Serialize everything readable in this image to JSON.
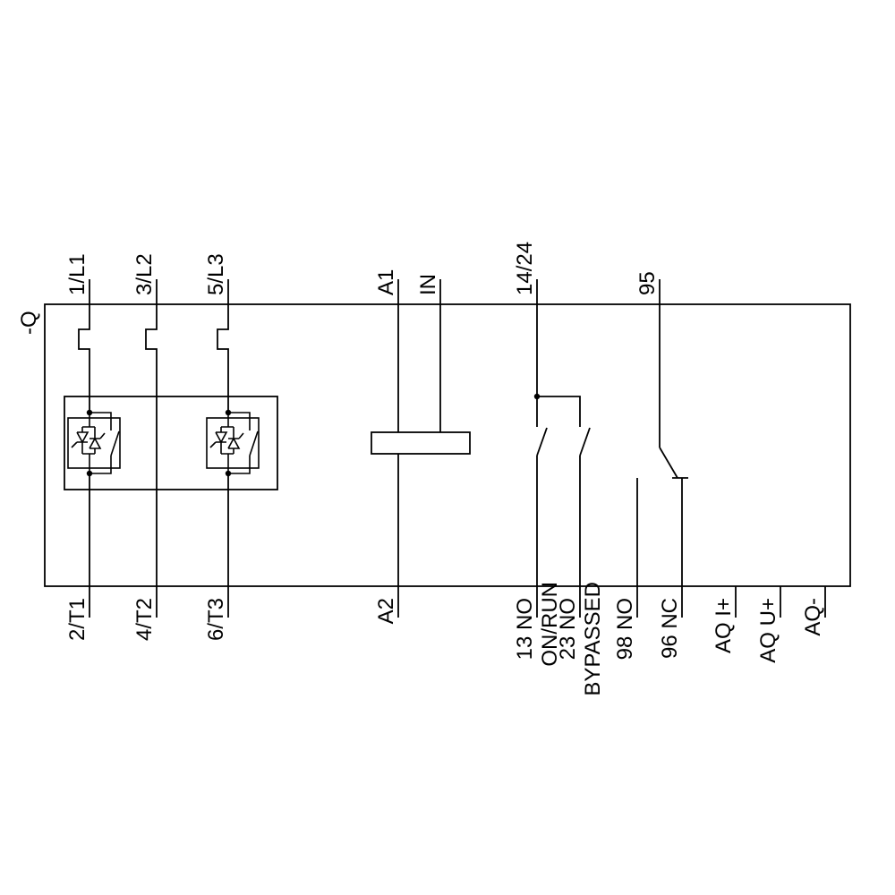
{
  "colors": {
    "line": "#000000",
    "background": "#ffffff"
  },
  "device": {
    "designation": "-Q"
  },
  "top_terminals": [
    "1/L1",
    "3/L2",
    "5/L3",
    "A1",
    "IN",
    "14/24",
    "95"
  ],
  "bottom_terminals": [
    "2/T1",
    "4/T2",
    "6/T3",
    "A2",
    "13 NO",
    "23 NO",
    "98 NO",
    "96 NC",
    "AQ I+",
    "AQ U+",
    "AQ-"
  ],
  "state_labels": [
    "ON/RUN",
    "BYPASSED"
  ]
}
